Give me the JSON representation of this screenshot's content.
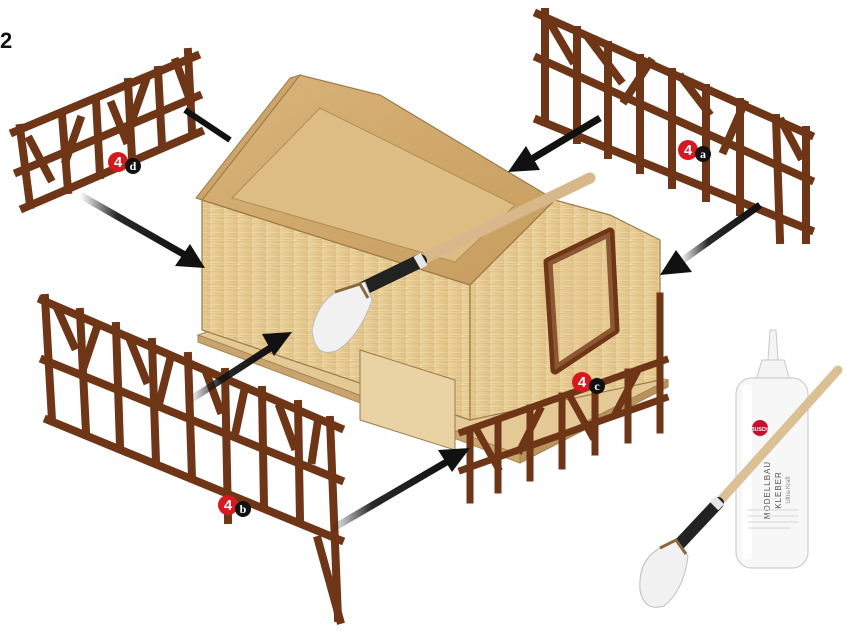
{
  "corner_mark": "2",
  "badges": {
    "a": {
      "number": "4",
      "letter": "a"
    },
    "b": {
      "number": "4",
      "letter": "b"
    },
    "c": {
      "number": "4",
      "letter": "c"
    },
    "d": {
      "number": "4",
      "letter": "d"
    }
  },
  "glue_bottle": {
    "brand": "BUSCH",
    "line1": "MODELLBAU",
    "line2": "KLEBER",
    "sub": "Ultra-Kraft"
  },
  "colors": {
    "frame": "#6e3516",
    "frame_dark": "#4a2109",
    "wood": "#e2c48c",
    "wood_dark": "#c9a467",
    "badge_red": "#d7191f",
    "badge_black": "#111111",
    "arrow": "#111111"
  },
  "icons": [
    "paint-brush-icon",
    "glue-bottle-icon",
    "arrow-icon"
  ]
}
